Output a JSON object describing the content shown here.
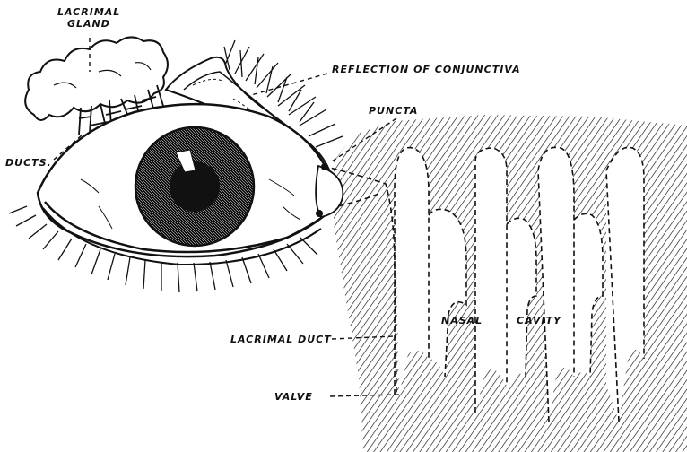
{
  "labels": {
    "lacrimal_gland_line1": "LACRIMAL",
    "lacrimal_gland_line2": "GLAND",
    "reflection": "REFLECTION OF CONJUNCTIVA",
    "puncta": "PUNCTA",
    "ducts": "DUCTS.",
    "nasal": "NASAL",
    "cavity": "CAVITY",
    "lacrimal_duct": "LACRIMAL DUCT",
    "valve": "VALVE"
  },
  "colors": {
    "ink": "#111111",
    "paper": "#ffffff"
  }
}
